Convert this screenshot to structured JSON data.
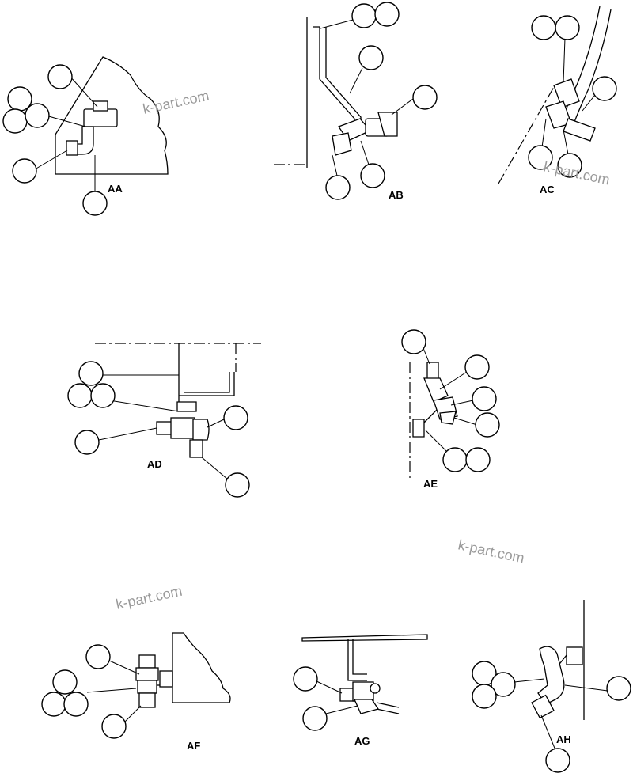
{
  "diagram": {
    "views": [
      {
        "id": "AA",
        "label": "AA"
      },
      {
        "id": "AB",
        "label": "AB"
      },
      {
        "id": "AC",
        "label": "AC"
      },
      {
        "id": "AD",
        "label": "AD"
      },
      {
        "id": "AE",
        "label": "AE"
      },
      {
        "id": "AF",
        "label": "AF"
      },
      {
        "id": "AG",
        "label": "AG"
      },
      {
        "id": "AH",
        "label": "AH"
      }
    ],
    "watermark": "k-part.com",
    "callout_bubble_count": 41
  }
}
